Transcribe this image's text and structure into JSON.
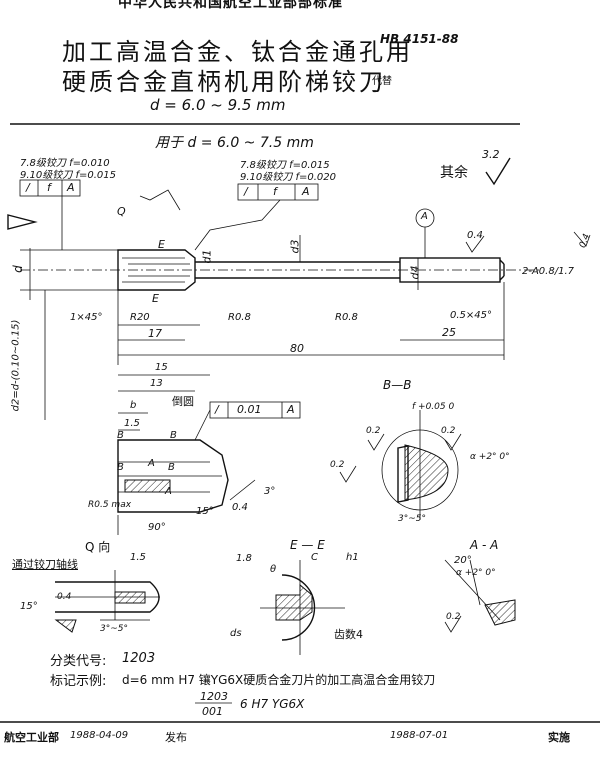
{
  "header": {
    "top_banner": "中华人民共和国航空工业部部标准",
    "title_line1": "加工高温合金、钛合金通孔用",
    "title_line2": "硬质合金直柄机用阶梯铰刀",
    "diameter_range": "d = 6.0 ~ 9.5 mm",
    "standard_number": "HB 4151-88",
    "replaces": "代替"
  },
  "main_view": {
    "applicable": "用于 d = 6.0 ~ 7.5 mm",
    "tol_left_1": "7.8级铰刀 f=0.010",
    "tol_left_2": "9.10级铰刀 f=0.015",
    "tol_right_1": "7.8级铰刀 f=0.015",
    "tol_right_2": "9.10级铰刀 f=0.020",
    "frame_sym": "/",
    "frame_f": "f",
    "frame_a": "A",
    "rest_label": "其余",
    "rest_rough": "3.2",
    "label_q": "Q",
    "label_e_top": "E",
    "label_e_bottom": "E",
    "label_d1": "d1",
    "label_d3": "d3",
    "label_d4": "d4",
    "label_d": "d",
    "label_a_circle": "A",
    "rough_04": "0.4",
    "rough_04_right": "0.4",
    "center_hole": "2-A0.8/1.7",
    "chamfer_left": "1×45°",
    "r20": "R20",
    "r08_a": "R0.8",
    "r08_b": "R0.8",
    "chamfer_right": "0.5×45°",
    "dim_17": "17",
    "dim_25": "25",
    "dim_80": "80",
    "d2_formula": "d2=d-(0.10~0.15)"
  },
  "detail_view": {
    "dim_15": "15",
    "dim_13": "13",
    "dim_b": "b",
    "chamfer_label": "倒圆",
    "tol_value": "0.01",
    "tol_datum": "A",
    "tol_sym": "/",
    "dim_15_small": "1.5",
    "label_b1": "B",
    "label_b2": "B",
    "label_b3": "B",
    "label_b4": "B",
    "label_a1": "A",
    "label_a2": "A",
    "r05": "R0.5 max",
    "angle_90": "90°",
    "angle_15": "15°",
    "angle_3": "3°",
    "rough_04": "0.4"
  },
  "section_bb": {
    "title": "B—B",
    "f_tol": "f +0.05 0",
    "rough_a": "0.2",
    "rough_b": "0.2",
    "rough_c": "0.2",
    "alpha": "α +2° 0°",
    "angle": "3°~5°"
  },
  "q_view": {
    "title": "Q 向",
    "margin_label": "通过铰刀轴线",
    "dim_15": "1.5",
    "angle_15": "15°",
    "rough": "0.4",
    "angle_35": "3°~5°"
  },
  "section_ee": {
    "title": "E — E",
    "dim_18": "1.8",
    "theta": "θ",
    "label_c": "C",
    "label_h1": "h1",
    "label_ds": "ds",
    "teeth": "齿数4"
  },
  "section_aa": {
    "title": "A - A",
    "angle_20": "20°",
    "alpha": "α +2° 0°",
    "rough": "0.2"
  },
  "notes": {
    "class_code_label": "分类代号:",
    "class_code_value": "1203",
    "example_label": "标记示例:",
    "example_text": "d=6 mm H7 镶YG6X硬质合金刀片的加工高温合金用铰刀",
    "fraction_top": "1203",
    "fraction_bottom": "001",
    "fraction_rest": "6 H7 YG6X"
  },
  "footer": {
    "issuer": "航空工业部",
    "issue_date": "1988-04-09",
    "issue_label": "发布",
    "effective_date": "1988-07-01",
    "effective_label": "实施"
  }
}
